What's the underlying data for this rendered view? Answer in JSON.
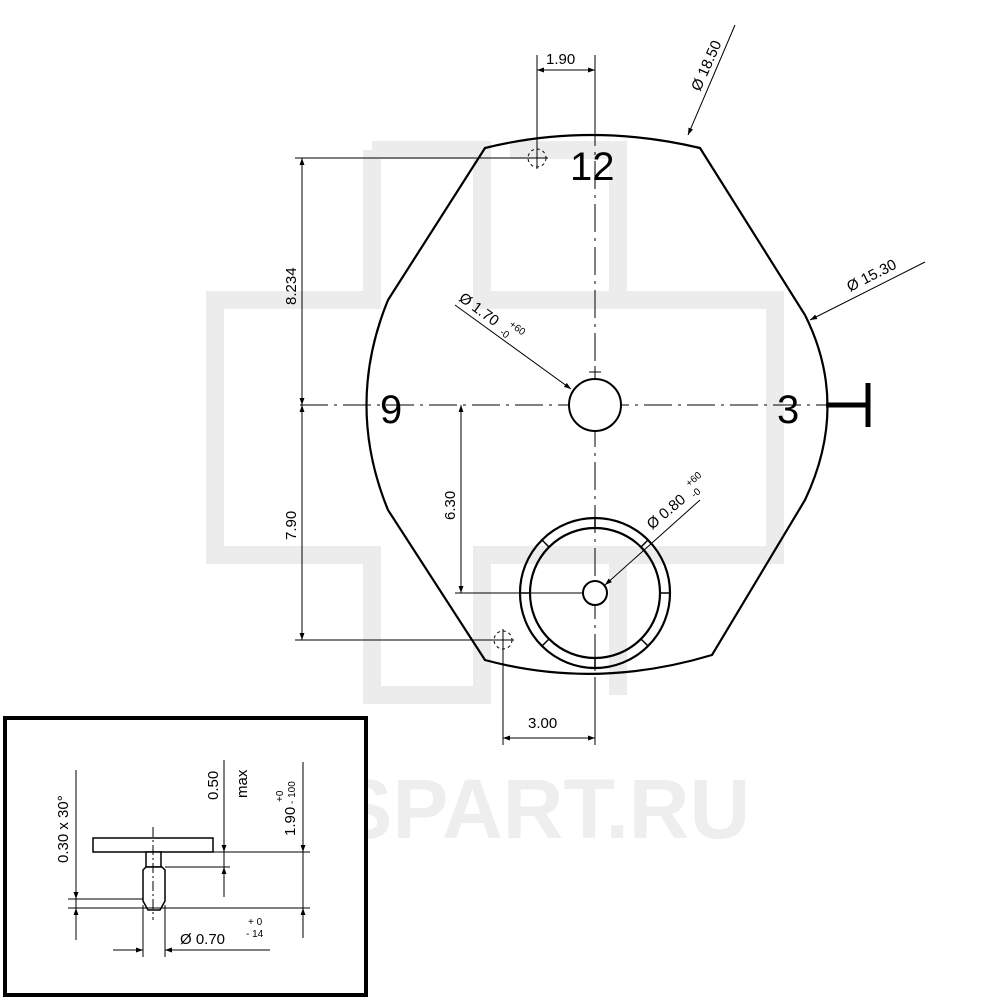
{
  "watermark": "RUSPART.RU",
  "hour_marks": {
    "twelve": "12",
    "nine": "9",
    "three": "3"
  },
  "dimensions": {
    "d_1_90_top": "1.90",
    "d_18_50": "Ø 18.50",
    "d_15_30": "Ø 15.30",
    "d_8_234": "8.234",
    "d_7_90": "7.90",
    "d_6_30": "6.30",
    "d_3_00": "3.00",
    "hole_center": {
      "value": "Ø 1.70",
      "tol_upper": "+60",
      "tol_lower": "-0"
    },
    "hole_lower": {
      "value": "Ø 0.80",
      "tol_upper": "+60",
      "tol_lower": "-0"
    }
  },
  "inset": {
    "chamfer": "0.30 x 30°",
    "height_max": "0.50",
    "max_label": "max",
    "length": {
      "value": "1.90",
      "tol_upper": "+0",
      "tol_lower": "- 100"
    },
    "diameter": {
      "value": "Ø 0.70",
      "tol_upper": "+ 0",
      "tol_lower": "- 14"
    }
  }
}
